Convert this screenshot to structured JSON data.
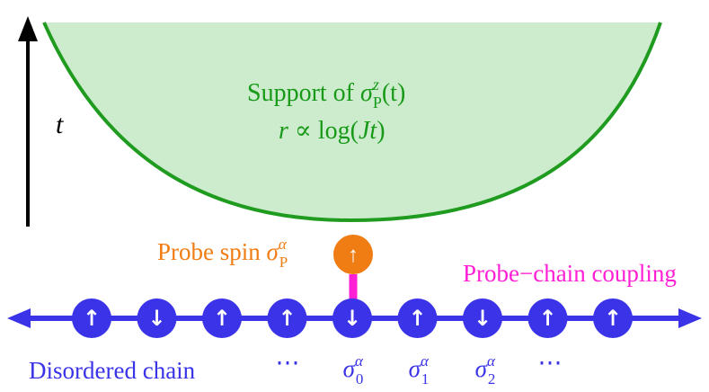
{
  "diagram": {
    "time_axis": {
      "label": "t"
    },
    "support_region": {
      "title_prefix": "Support of ",
      "operator": "σ",
      "operator_sup": "z",
      "operator_sub": "P",
      "operator_arg": "(t)",
      "scaling_r": "r",
      "scaling_rest": " ∝ log(",
      "scaling_J": "J",
      "scaling_t": "t",
      "scaling_close": ")"
    },
    "probe": {
      "label_prefix": "Probe spin ",
      "operator": "σ",
      "operator_sup": "α",
      "operator_sub": "P",
      "spin": "↑"
    },
    "coupling": {
      "label": "Probe−chain coupling"
    },
    "chain": {
      "label": "Disordered chain",
      "spins": [
        "↑",
        "↓",
        "↑",
        "↑",
        "↓",
        "↑",
        "↓",
        "↑",
        "↑"
      ],
      "site_labels": [
        {
          "text": "⋯",
          "base": "",
          "sup": "",
          "sub": ""
        },
        {
          "text": "",
          "base": "σ",
          "sup": "α",
          "sub": "0"
        },
        {
          "text": "",
          "base": "σ",
          "sup": "α",
          "sub": "1"
        },
        {
          "text": "",
          "base": "σ",
          "sup": "α",
          "sub": "2"
        },
        {
          "text": "⋯",
          "base": "",
          "sup": "",
          "sub": ""
        }
      ]
    },
    "colors": {
      "support_fill": "#cdeccd",
      "support_edge": "#1f9c1f",
      "support_text": "#189a18",
      "chain": "#3a33e8",
      "chain_text": "#3a33e8",
      "probe": "#f07d14",
      "probe_text": "#f07d14",
      "coupling": "#ff1fd4",
      "axis": "#000000",
      "spin_arrow": "#ffffff"
    }
  }
}
